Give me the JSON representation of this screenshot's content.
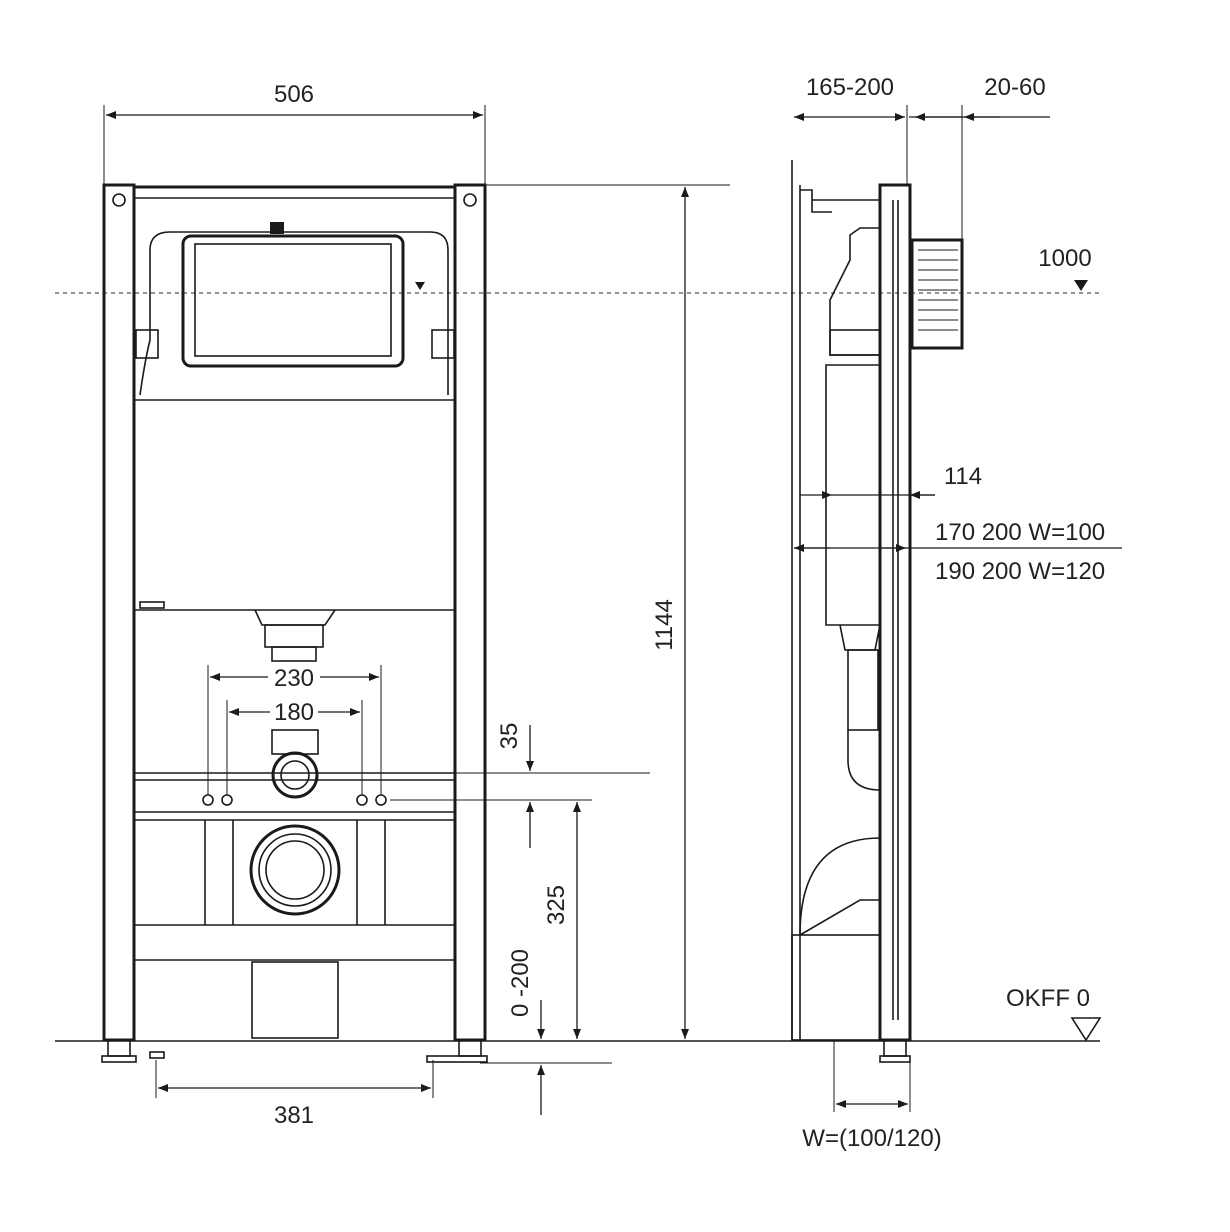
{
  "title": "Installation frame dimension drawing",
  "front_view": {
    "width_label": "506",
    "height_label": "1144",
    "pipe_spacing_outer": "230",
    "pipe_spacing_inner": "180",
    "offset_label": "35",
    "bolt_height_label": "325",
    "leg_adjust_label": "0 -200",
    "foot_spacing_label": "381"
  },
  "side_view": {
    "depth_label": "165-200",
    "button_depth_label": "20-60",
    "axis_height_label": "1000",
    "frame_depth_label": "114",
    "wall_line1": "170 200 W=100",
    "wall_line2": "190 200 W=120",
    "floor_label": "OKFF 0",
    "wall_width_label": "W=(100/120)"
  }
}
